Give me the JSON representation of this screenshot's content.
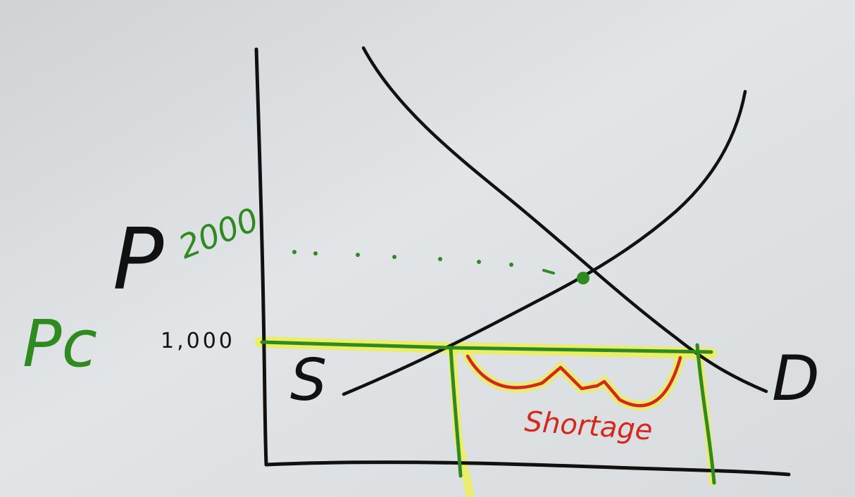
{
  "diagram": {
    "price_axis_label": "P",
    "price_ceiling_label": "Pc",
    "equilibrium_price_label": "2000",
    "ceiling_price_label": "1,000",
    "supply_label": "S",
    "demand_label": "D",
    "shortage_label": "Shortage"
  },
  "colors": {
    "background": "#dfe2e4",
    "ink_black": "#111111",
    "ink_green": "#2f8a1f",
    "ink_red": "#d5281c",
    "highlight_yellow": "#eef04a"
  }
}
